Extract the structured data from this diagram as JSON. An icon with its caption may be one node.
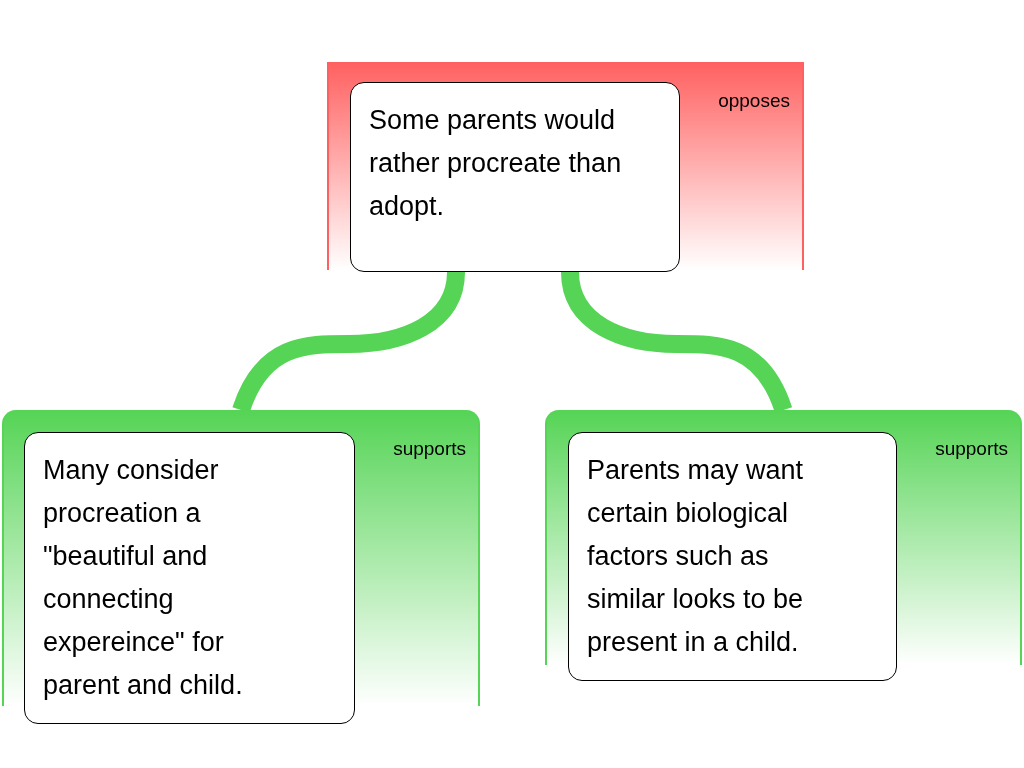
{
  "diagram": {
    "nodes": [
      {
        "text": [
          "opposes"
        ]
      },
      {
        "text": [
          "Some parents would rather procreate than adopt."
        ],
        "in": 0
      },
      {
        "text": [
          "supports"
        ]
      },
      {
        "text": [
          "Many consider procreation a \"beautiful and connecting expereince\" for parent and child."
        ],
        "in": 2
      },
      {
        "text": [
          "supports"
        ]
      },
      {
        "text": [
          "Parents may want certain biological factors such as similar looks to be present in a child."
        ],
        "in": 4
      }
    ],
    "edges": [
      {
        "from": 2,
        "to": 1,
        "arrow": "none"
      },
      {
        "from": 4,
        "to": 1,
        "arrow": "none"
      }
    ]
  }
}
